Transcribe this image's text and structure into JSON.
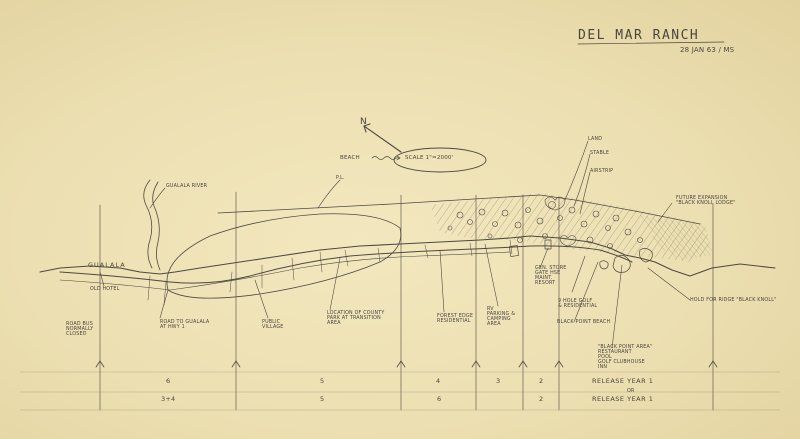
{
  "title": "DEL MAR RANCH",
  "date_note": "28 JAN 63 / MS",
  "scale": "SCALE 1\"=2000'",
  "north": "N",
  "beach_label": "BEACH",
  "line_label": "P.L.",
  "river": "GUALALA RIVER",
  "town": "GUALALA",
  "left_notes": {
    "old_road": [
      "ROAD BUS",
      "NORMALLY",
      "CLOSED"
    ],
    "old_hotel": "OLD HOTEL",
    "route": [
      "ROAD TO GUALALA",
      "AT HWY 1"
    ]
  },
  "bottom_notes": {
    "park_village": [
      "PUBLIC",
      "VILLAGE"
    ],
    "county_park": [
      "LOCATION OF COUNTY",
      "PARK AT TRANSITION",
      "AREA"
    ],
    "residential": [
      "FOREST EDGE",
      "RESIDENTIAL"
    ],
    "camping": [
      "RV",
      "PARKING &",
      "CAMPING",
      "AREA"
    ]
  },
  "right_notes": {
    "land": "LAND",
    "stable": "STABLE",
    "airstrip": "AIRSTRIP",
    "lodge": [
      "FUTURE EXPANSION",
      "\"BLACK KNOLL LODGE\""
    ],
    "store": [
      "GEN. STORE",
      "GATE HSE",
      "MAINT.",
      "RESORT"
    ],
    "golf": [
      "9 HOLE GOLF",
      "& RESIDENTIAL"
    ],
    "black_point_beach": "BLACK POINT BEACH",
    "black_point_area": [
      "\"BLACK POINT AREA\"",
      "RESTAURANT",
      "POOL",
      "GOLF CLUBHOUSE",
      "INN"
    ],
    "ridge": "HOLD FOR RIDGE \"BLACK KNOLL\""
  },
  "release": {
    "row1_numbers": [
      "6",
      "5",
      "4",
      "3",
      "2"
    ],
    "row1_label": "RELEASE YEAR 1",
    "or": "OR",
    "row2_numbers": [
      "3+4",
      "5",
      "6",
      "2"
    ],
    "row2_label": "RELEASE YEAR 1"
  }
}
